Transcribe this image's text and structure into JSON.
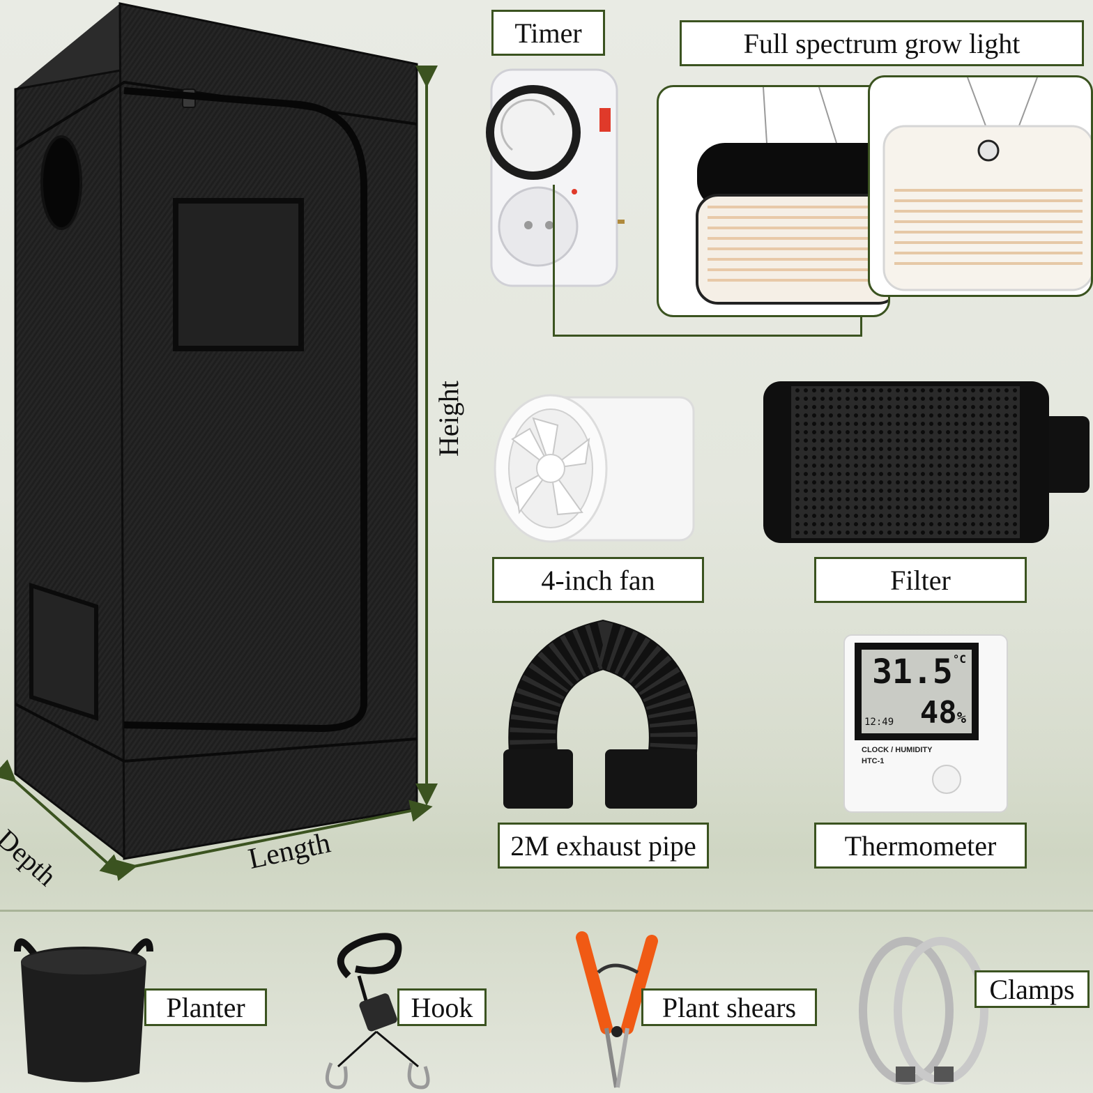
{
  "labels": {
    "timer": "Timer",
    "grow_light": "Full spectrum grow light",
    "fan": "4-inch fan",
    "filter": "Filter",
    "exhaust_pipe": "2M exhaust pipe",
    "thermometer": "Thermometer",
    "planter": "Planter",
    "hook": "Hook",
    "plant_shears": "Plant shears",
    "clamps": "Clamps"
  },
  "dimensions": {
    "height": "Height",
    "depth": "Depth",
    "length": "Length"
  },
  "thermometer_display": {
    "temperature": "31.5",
    "temp_unit": "°C",
    "time": "12:49",
    "humidity": "48",
    "humidity_unit": "%",
    "brand": "CLOCK / HUMIDITY",
    "model": "HTC-1"
  },
  "colors": {
    "label_border": "#3b5320",
    "arrow": "#3b5320",
    "tent": "#1b1b1b"
  }
}
